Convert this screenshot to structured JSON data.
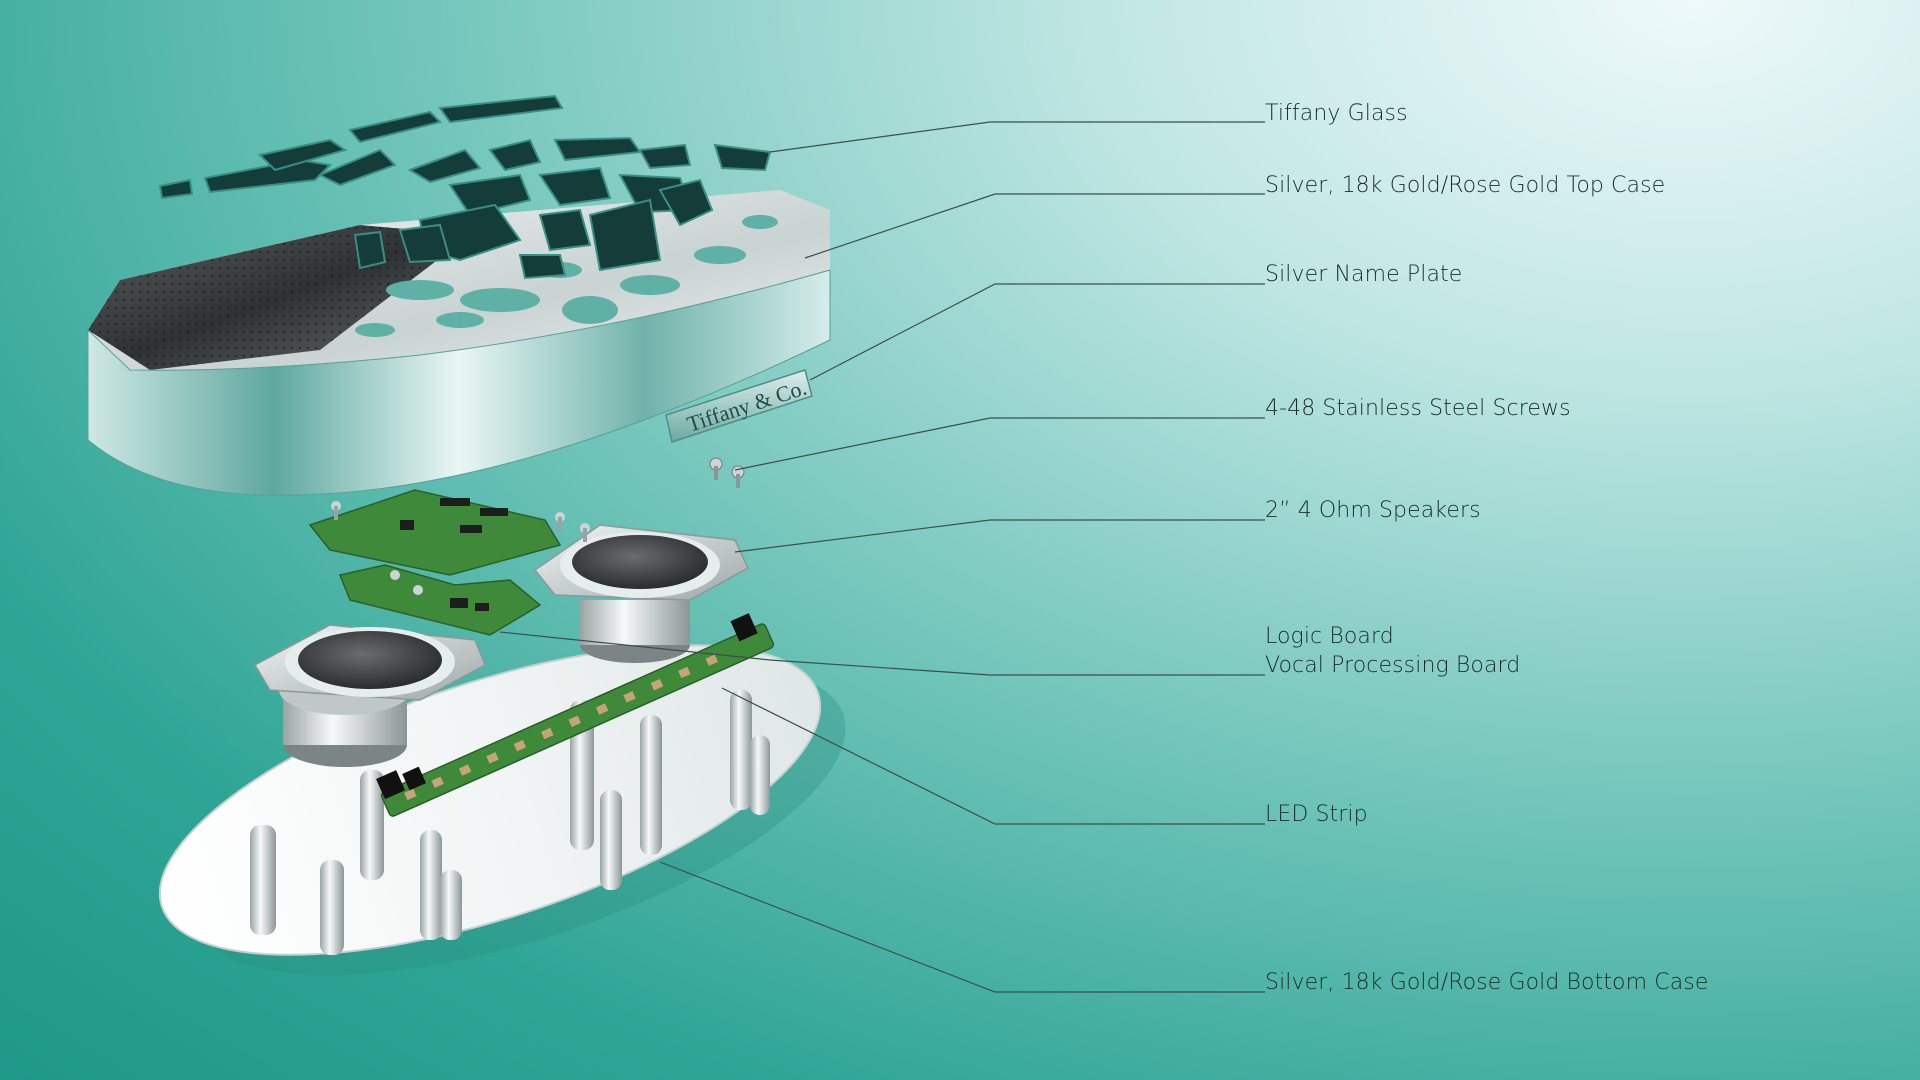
{
  "diagram": {
    "parts": [
      {
        "id": "tiffany-glass",
        "label": "Tiffany Glass"
      },
      {
        "id": "top-case",
        "label": "Silver, 18k Gold/Rose Gold Top Case"
      },
      {
        "id": "name-plate",
        "label": "Silver Name Plate"
      },
      {
        "id": "screws",
        "label": "4-48 Stainless Steel Screws"
      },
      {
        "id": "speakers",
        "label": "2” 4 Ohm Speakers"
      },
      {
        "id": "logic-board",
        "label": "Logic Board"
      },
      {
        "id": "vocal-board",
        "label": "Vocal Processing Board"
      },
      {
        "id": "led-strip",
        "label": "LED Strip"
      },
      {
        "id": "bottom-case",
        "label": "Silver, 18k Gold/Rose Gold Bottom Case"
      }
    ],
    "name_plate_engraving": "Tiffany & Co."
  },
  "colors": {
    "background_teal": "#2fa596",
    "background_light": "#eef9fa",
    "label_text": "#1a2e2c",
    "leader_line": "#3a4f4c",
    "pcb_green": "#3f8a3a",
    "glass_dark": "#143c38"
  }
}
